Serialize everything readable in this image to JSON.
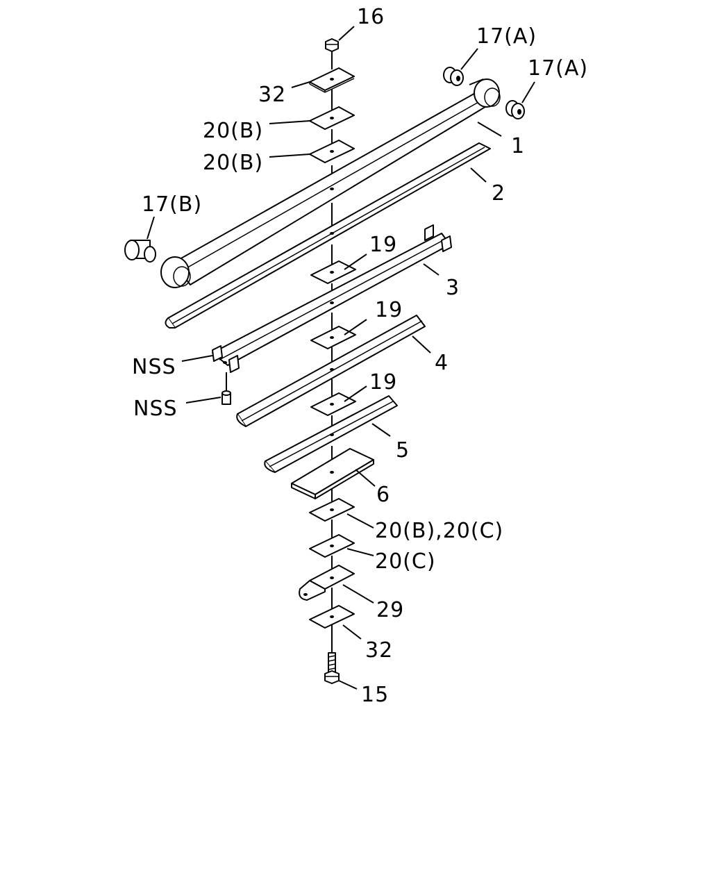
{
  "diagram": {
    "callouts": {
      "p16": "16",
      "p32_top": "32",
      "p20b_1": "20(B)",
      "p20b_2": "20(B)",
      "p17a_1": "17(A)",
      "p17a_2": "17(A)",
      "p1": "1",
      "p2": "2",
      "p17b": "17(B)",
      "p19_1": "19",
      "p3": "3",
      "p19_2": "19",
      "nss_1": "NSS",
      "p4": "4",
      "nss_2": "NSS",
      "p19_3": "19",
      "p5": "5",
      "p6": "6",
      "p20bc": "20(B),20(C)",
      "p20c": "20(C)",
      "p29": "29",
      "p32_bottom": "32",
      "p15": "15"
    }
  }
}
